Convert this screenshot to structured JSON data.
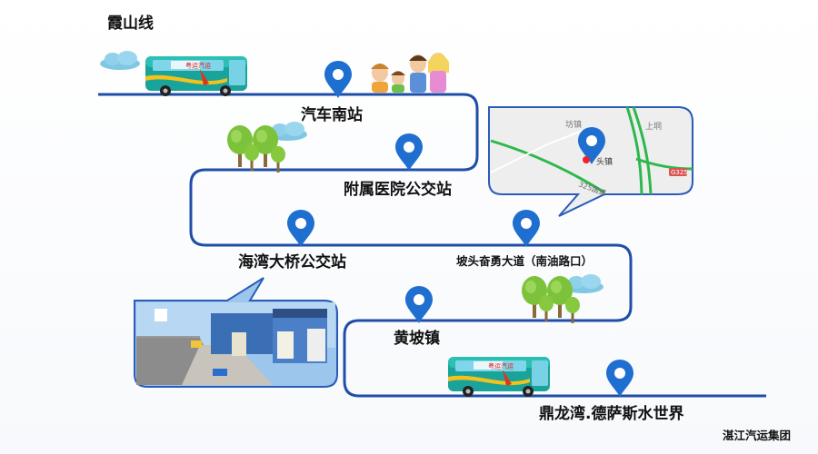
{
  "route": {
    "title": "霞山线",
    "brand": "湛江汽运集团",
    "stops": [
      {
        "name": "汽车南站"
      },
      {
        "name": "附属医院公交站"
      },
      {
        "name": "海湾大桥公交站"
      },
      {
        "name": "坡头奋勇大道（南油路口）"
      },
      {
        "name": "黄坡镇"
      },
      {
        "name": "鼎龙湾.德萨斯水世界"
      }
    ]
  },
  "map_inset": {
    "labels": [
      "坊镇",
      "上垌",
      "头镇",
      "325国道",
      "G325"
    ]
  },
  "bus": {
    "company_text": "粤运汽运"
  },
  "colors": {
    "route_line": "#1f4ea8",
    "pin": "#1f6fd0",
    "bus_body": "#1aa39a",
    "bus_stripe": "#f3c21b",
    "map_road": "#2db84b",
    "tree": "#7cc23a"
  }
}
